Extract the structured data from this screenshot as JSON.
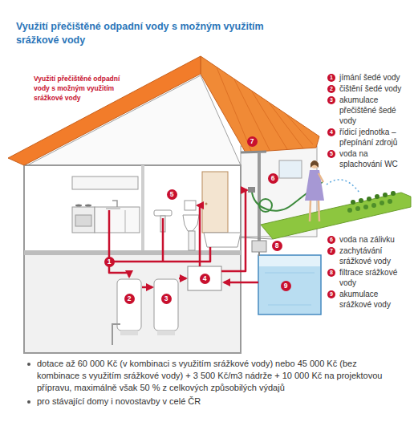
{
  "diagram": {
    "title": "Využití přečištěné odpadní vody s možným využitím srážkové vody",
    "labels": [
      "Využití přečištěné odpadní vody s možným využitím srážkové vody",
      "1",
      "2",
      "3",
      "4",
      "5",
      "6",
      "7",
      "8",
      "9",
      "1",
      "2",
      "3",
      "4",
      "5",
      "6",
      "7",
      "8",
      "9",
      "dotace až 60 000 Kč (v kombinaci s využitím srážkové vody) nebo 45 000 Kč (bez kombinace s využitím srážkové vody) + 3 500 Kč/m3 nádrže + 10 000 Kč na projektovou přípravu, maximálně však 50 % z celkových způsobilých výdajů",
      "pro stávající domy i novostavby v celé ČR"
    ],
    "legend": [
      {
        "text": "jímání šedé vody"
      },
      {
        "text": "čištění šedé vody"
      },
      {
        "text": "akumulace přečištěné šedé vody"
      },
      {
        "text": "řídicí jednotka – přepínání zdrojů"
      },
      {
        "text": "voda na splachování WC"
      },
      {
        "text": "voda na zálivku"
      },
      {
        "text": "zachytávání srážkové vody"
      },
      {
        "text": "filtrace srážkové vody"
      },
      {
        "text": "akumulace srážkové vody"
      }
    ]
  }
}
